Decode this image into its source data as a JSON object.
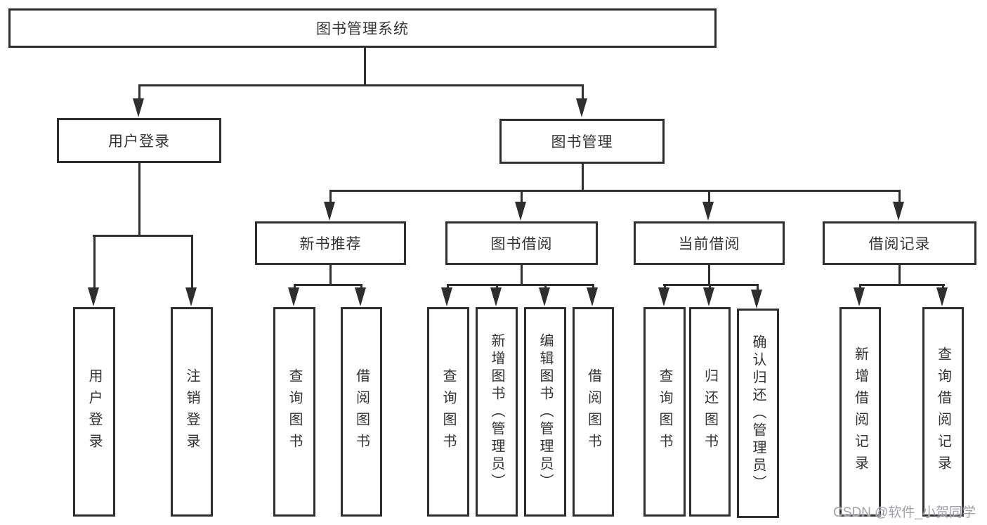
{
  "tree": {
    "root": "图书管理系统",
    "children": [
      {
        "label": "用户登录",
        "children": [
          "用户登录",
          "注销登录"
        ]
      },
      {
        "label": "图书管理",
        "children": [
          {
            "label": "新书推荐",
            "children": [
              "查询图书",
              "借阅图书"
            ]
          },
          {
            "label": "图书借阅",
            "children": [
              "查询图书",
              "新增图书（管理员）",
              "编辑图书（管理员）",
              "借阅图书"
            ]
          },
          {
            "label": "当前借阅",
            "children": [
              "查询图书",
              "归还图书",
              "确认归还（管理员）"
            ]
          },
          {
            "label": "借阅记录",
            "children": [
              "新增借阅记录",
              "查询借阅记录"
            ]
          }
        ]
      }
    ]
  },
  "watermark": {
    "text": "CSDN @软件_小贺同学"
  },
  "colors": {
    "line": "#2e2e2e",
    "text": "#333333",
    "background": "#ffffff",
    "watermark": "#a0a0a6"
  }
}
